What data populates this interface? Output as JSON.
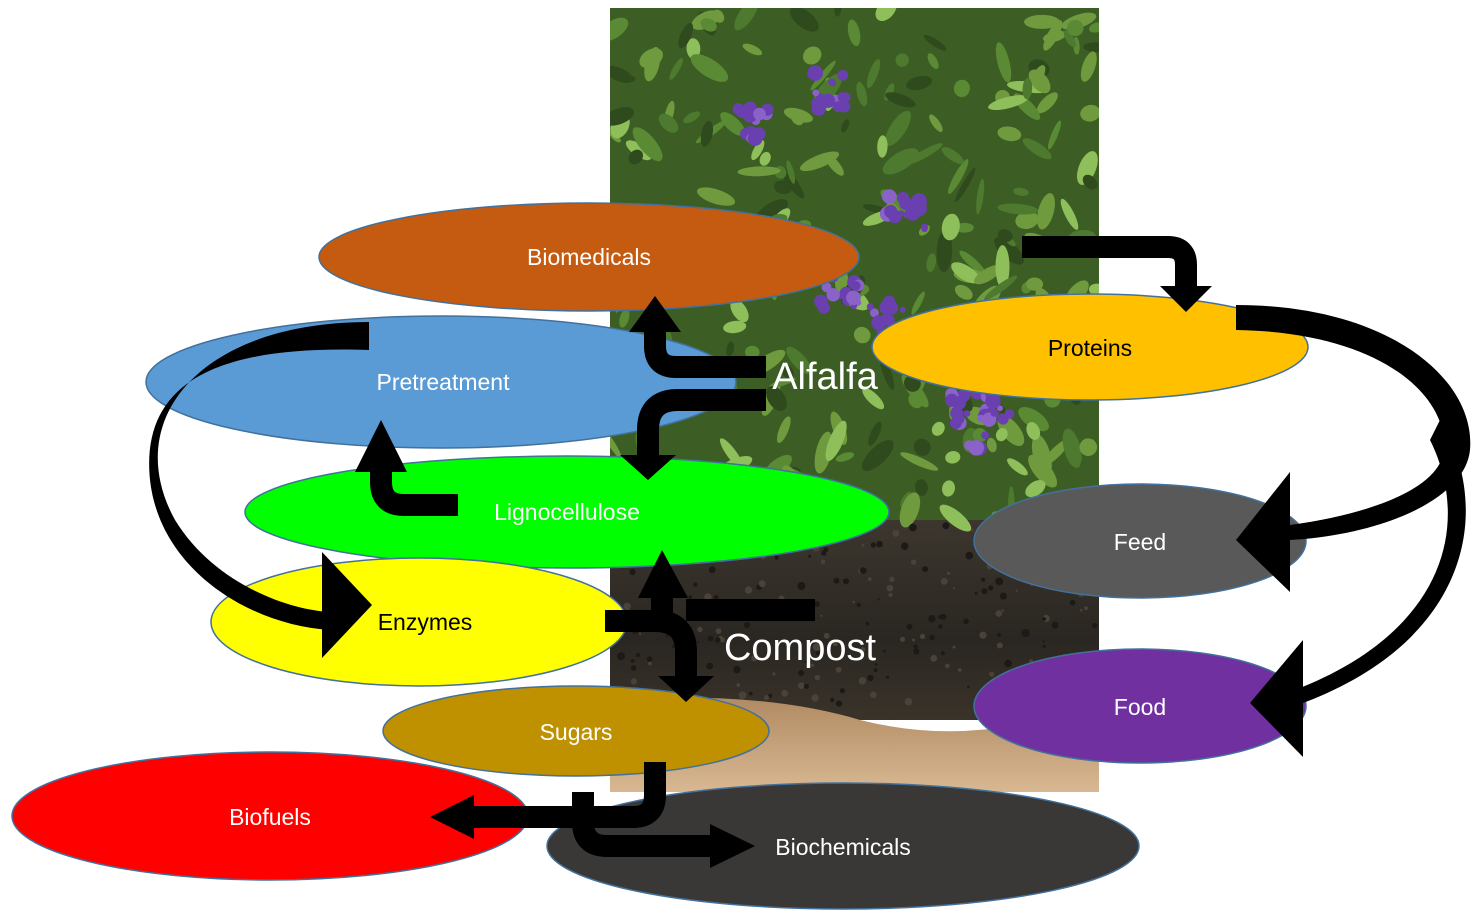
{
  "photo": {
    "alfalfa_label": "Alfalfa",
    "compost_label": "Compost",
    "colors": {
      "foliage_dark": "#2f4a1c",
      "foliage_mid": "#4d7a2e",
      "leaf_light": "#8fbf5a",
      "flower": "#6a3fb0",
      "compost_dark": "#2e2a24",
      "compost_mid": "#4a4238",
      "soil": "#c9a57c"
    }
  },
  "nodes": {
    "biomedicals": {
      "label": "Biomedicals",
      "fill": "#c55a11",
      "text_color": "#ffffff"
    },
    "proteins": {
      "label": "Proteins",
      "fill": "#ffc000",
      "text_color": "#000000"
    },
    "pretreatment": {
      "label": "Pretreatment",
      "fill": "#5b9bd5",
      "text_color": "#ffffff"
    },
    "lignocellulose": {
      "label": "Lignocellulose",
      "fill": "#00ff00",
      "text_color": "#ffffff"
    },
    "feed": {
      "label": "Feed",
      "fill": "#595959",
      "text_color": "#ffffff"
    },
    "enzymes": {
      "label": "Enzymes",
      "fill": "#ffff00",
      "text_color": "#000000"
    },
    "food": {
      "label": "Food",
      "fill": "#7030a0",
      "text_color": "#ffffff"
    },
    "sugars": {
      "label": "Sugars",
      "fill": "#bf9000",
      "text_color": "#ffffff"
    },
    "biofuels": {
      "label": "Biofuels",
      "fill": "#ff0000",
      "text_color": "#ffffff"
    },
    "biochemicals": {
      "label": "Biochemicals",
      "fill": "#3a3836",
      "text_color": "#ffffff"
    }
  },
  "style": {
    "ellipse_stroke": "#41719c",
    "arrow_color": "#000000"
  }
}
